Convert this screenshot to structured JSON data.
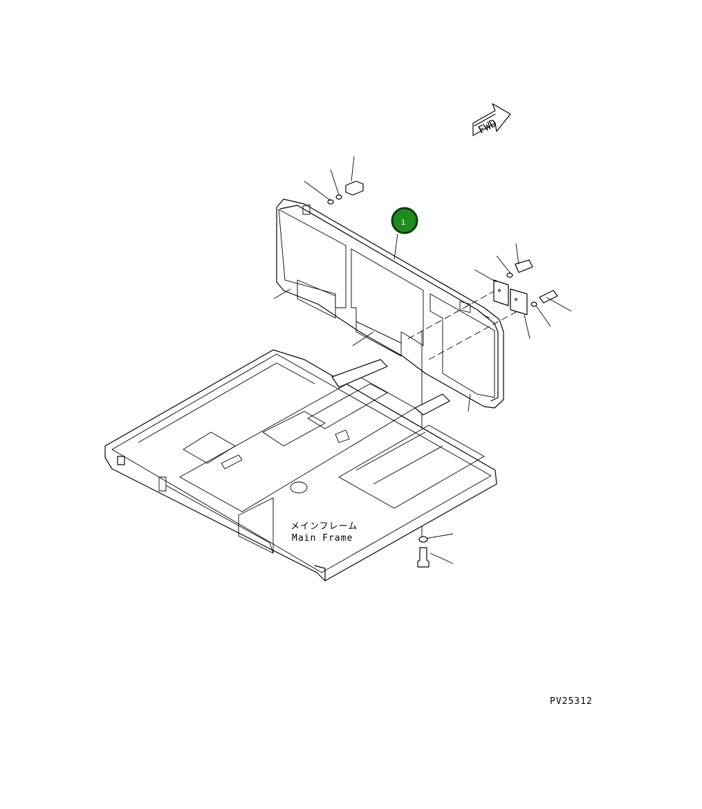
{
  "fwd_label": "FWD",
  "callout": {
    "number": "1",
    "color": "#1f8c1f",
    "ring_color": "#0a3d0a"
  },
  "main_frame": {
    "label_jp": "メインフレーム",
    "label_en": "Main Frame"
  },
  "drawing_code": "PV25312"
}
